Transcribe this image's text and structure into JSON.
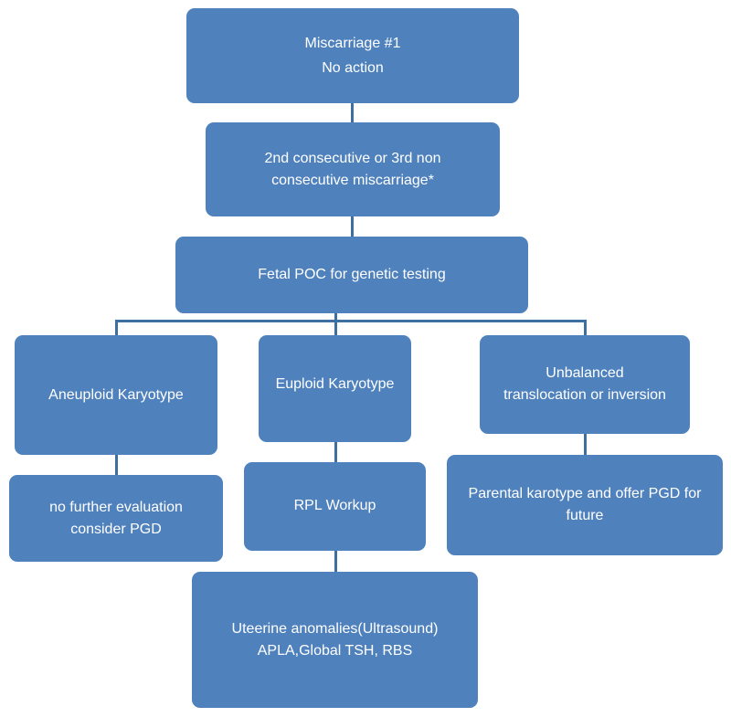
{
  "flowchart": {
    "step1": {
      "line1": "Miscarriage #1",
      "line2": "No action"
    },
    "step2": {
      "text": "2nd consecutive or 3rd non consecutive miscarriage*"
    },
    "step3": {
      "text": "Fetal POC for genetic testing"
    },
    "branches": {
      "aneuploid": {
        "title": "Aneuploid Karyotype",
        "outcome": "no further evaluation consider PGD"
      },
      "euploid": {
        "title": "Euploid Karyotype",
        "outcome": "RPL Workup",
        "next": "Uteerine anomalies(Ultrasound) APLA,Global TSH, RBS"
      },
      "translocation": {
        "title": "Unbalanced translocation or inversion",
        "outcome": "Parental karotype and offer PGD for future"
      }
    }
  },
  "colors": {
    "box_fill": "#4f81bd",
    "connector": "#3d6fa0",
    "text": "#ffffff"
  }
}
